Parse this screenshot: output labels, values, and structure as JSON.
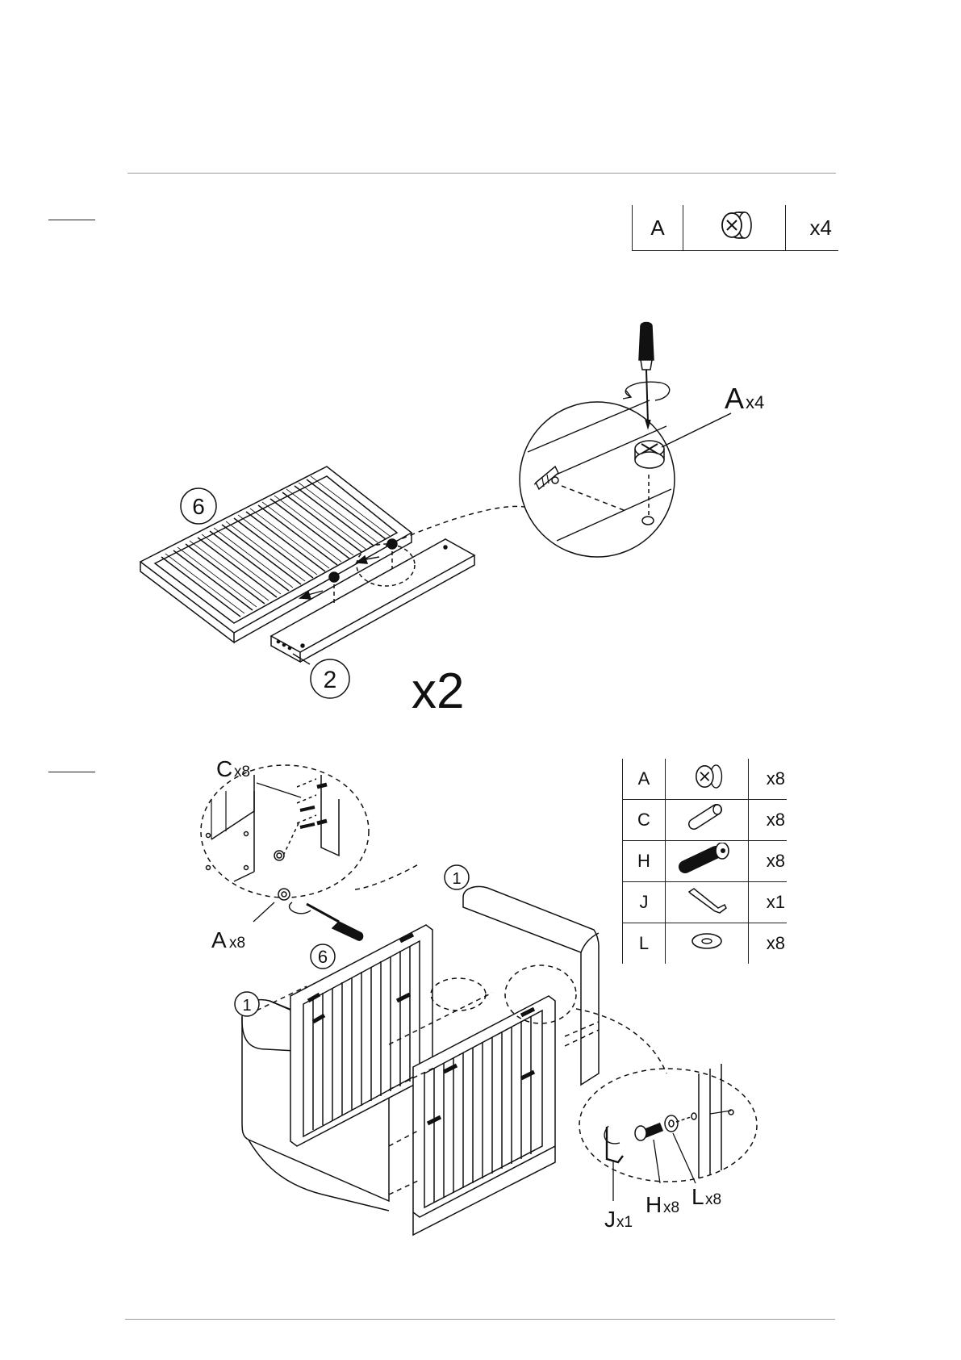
{
  "step1": {
    "parts": [
      {
        "letter": "A",
        "icon": "cam-lock-icon",
        "qty": "x4"
      }
    ],
    "callout_label": "A",
    "callout_qty": "x4",
    "part_6": "6",
    "part_2": "2",
    "multiplier": "x2"
  },
  "step2": {
    "parts": [
      {
        "letter": "A",
        "icon": "cam-lock-icon",
        "qty": "x8"
      },
      {
        "letter": "C",
        "icon": "dowel-icon",
        "qty": "x8"
      },
      {
        "letter": "H",
        "icon": "bolt-icon",
        "qty": "x8"
      },
      {
        "letter": "J",
        "icon": "allen-key-icon",
        "qty": "x1"
      },
      {
        "letter": "L",
        "icon": "washer-icon",
        "qty": "x8"
      }
    ],
    "callouts": {
      "c": {
        "label": "C",
        "qty": "x8"
      },
      "a": {
        "label": "A",
        "qty": "x8"
      },
      "j": {
        "label": "J",
        "qty": "x1"
      },
      "h": {
        "label": "H",
        "qty": "x8"
      },
      "l": {
        "label": "L",
        "qty": "x8"
      }
    },
    "part_1a": "1",
    "part_1b": "1",
    "part_6": "6"
  }
}
